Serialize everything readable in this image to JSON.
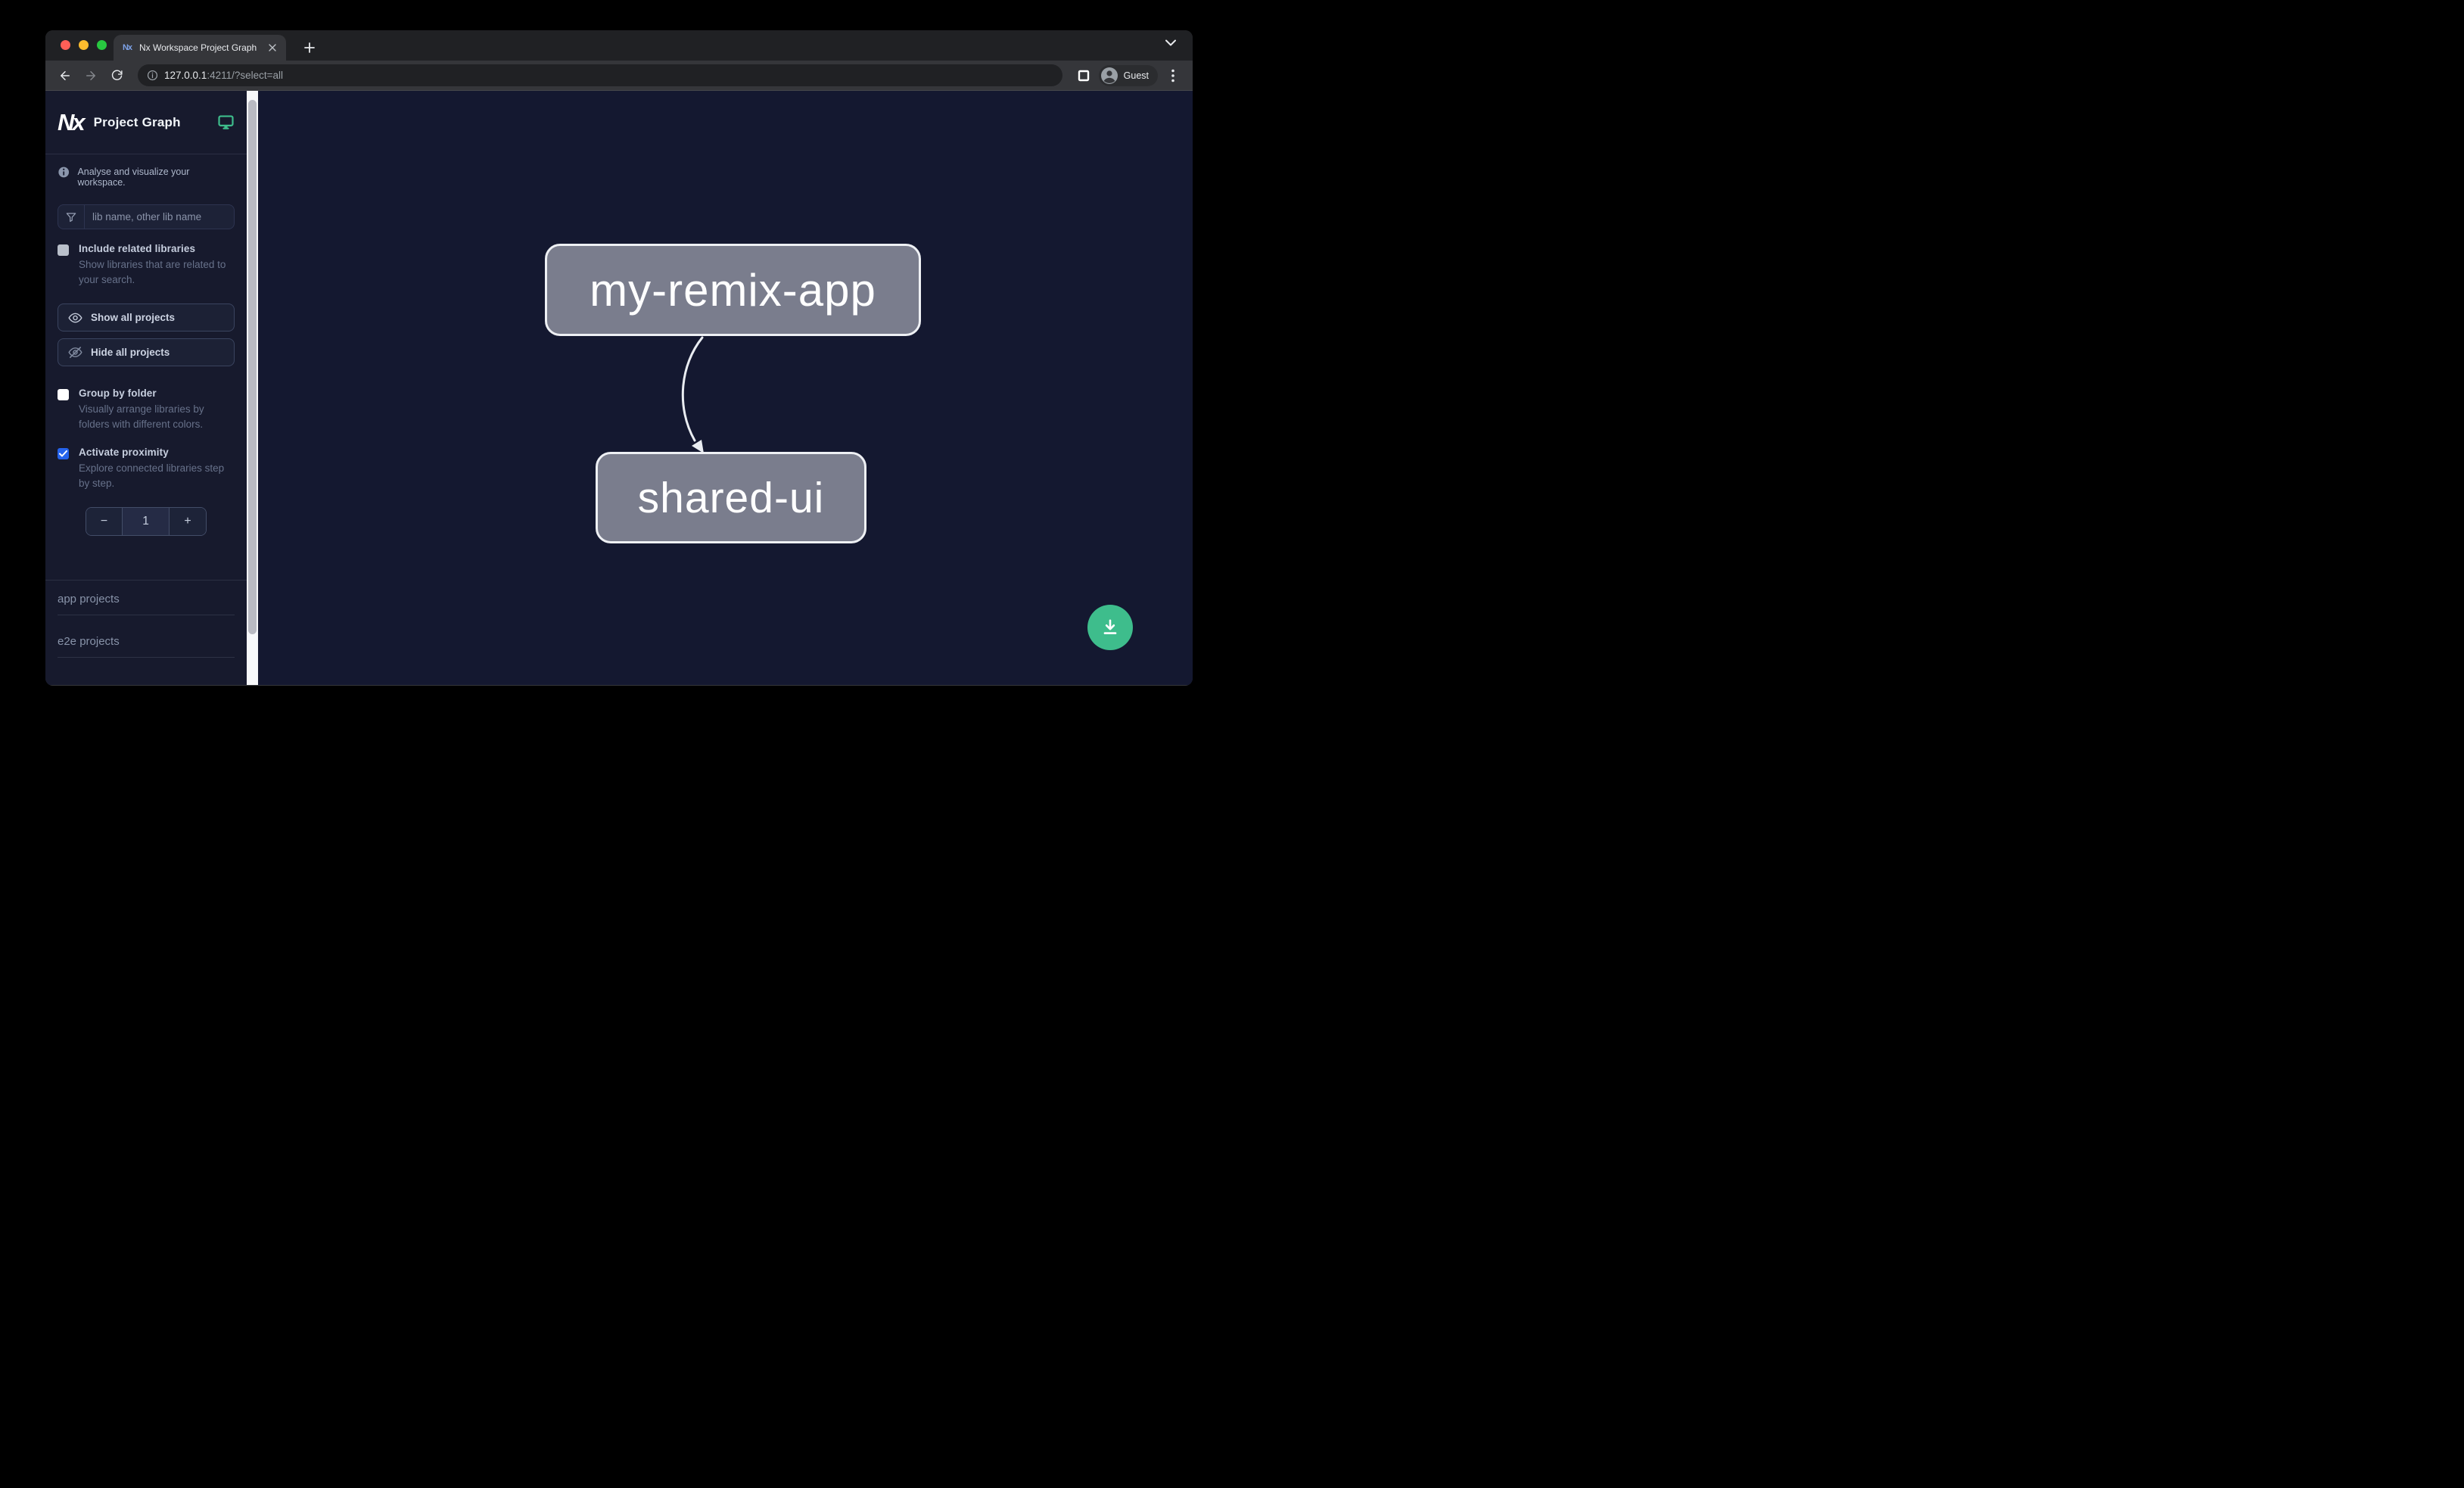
{
  "browser": {
    "tab_title": "Nx Workspace Project Graph",
    "url_host": "127.0.0.1",
    "url_rest": ":4211/?select=all",
    "profile_label": "Guest",
    "new_tab_icon": "plus-icon",
    "tab_search_icon": "chevron-down-icon"
  },
  "sidebar": {
    "logo_text": "Nx",
    "title": "Project Graph",
    "theme_icon": "monitor-icon",
    "tagline": "Analyse and visualize your workspace.",
    "filter_placeholder": "lib name, other lib name",
    "checkboxes": [
      {
        "label": "Include related libraries",
        "description": "Show libraries that are related to your search.",
        "checked": false
      },
      {
        "label": "Group by folder",
        "description": "Visually arrange libraries by folders with different colors.",
        "checked": false
      },
      {
        "label": "Activate proximity",
        "description": "Explore connected libraries step by step.",
        "checked": true
      }
    ],
    "buttons": [
      {
        "label": "Show all projects",
        "icon": "eye-icon"
      },
      {
        "label": "Hide all projects",
        "icon": "eye-off-icon"
      }
    ],
    "proximity_stepper": {
      "minus": "−",
      "value": "1",
      "plus": "+"
    },
    "sections": [
      {
        "label": "app projects"
      },
      {
        "label": "e2e projects"
      }
    ]
  },
  "graph": {
    "nodes": [
      {
        "id": "my-remix-app",
        "label": "my-remix-app"
      },
      {
        "id": "shared-ui",
        "label": "shared-ui"
      }
    ],
    "edges": [
      {
        "from": "my-remix-app",
        "to": "shared-ui"
      }
    ],
    "fab_icon": "download-icon"
  },
  "colors": {
    "accent_blue": "#2563eb",
    "accent_green": "#3ebd8c",
    "node_fill": "#7a7d8d",
    "node_border": "#eef0f4",
    "canvas_bg": "#141830",
    "sidebar_bg": "#171a2d",
    "traffic_red": "#ff5f57",
    "traffic_yellow": "#febc2e",
    "traffic_green": "#28c840"
  }
}
